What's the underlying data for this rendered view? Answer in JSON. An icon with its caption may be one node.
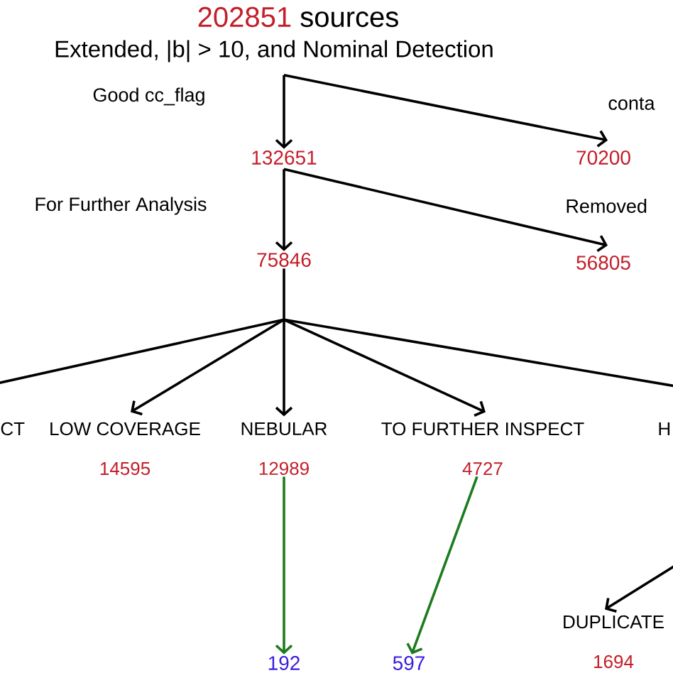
{
  "diagram": {
    "nodes": [
      {
        "text": [
          "202851",
          "sources"
        ]
      },
      {
        "text": [
          "Extended, |b| > 10, and Nominal Detection"
        ]
      },
      {
        "text": [
          "132651"
        ]
      },
      {
        "text": [
          "70200"
        ]
      },
      {
        "text": [
          "75846"
        ]
      },
      {
        "text": [
          "56805"
        ]
      },
      {
        "text": [
          "CT"
        ]
      },
      {
        "text": [
          "LOW COVERAGE",
          "14595"
        ]
      },
      {
        "text": [
          "NEBULAR",
          "12989"
        ]
      },
      {
        "text": [
          "TO FURTHER INSPECT",
          "4727"
        ]
      },
      {
        "text": [
          "H"
        ]
      },
      {
        "text": [
          "192"
        ]
      },
      {
        "text": [
          "597"
        ]
      },
      {
        "text": [
          "DUPLICATE",
          "1694"
        ]
      }
    ],
    "edges": [
      {
        "from": 1,
        "to": 2,
        "arrow": "to",
        "label": "Good cc_flag"
      },
      {
        "from": 1,
        "to": 3,
        "arrow": "to",
        "label": "conta"
      },
      {
        "from": 2,
        "to": 4,
        "arrow": "to",
        "label": "For Further Analysis"
      },
      {
        "from": 2,
        "to": 5,
        "arrow": "to",
        "label": "Removed"
      },
      {
        "from": 4,
        "to": null,
        "arrow": "none"
      },
      {
        "from": 4,
        "to": 7,
        "arrow": "to"
      },
      {
        "from": 4,
        "to": 8,
        "arrow": "to"
      },
      {
        "from": 4,
        "to": 9,
        "arrow": "to"
      },
      {
        "from": 4,
        "to": null,
        "arrow": "none"
      },
      {
        "from": 8,
        "to": 11,
        "arrow": "to",
        "color": "#1e7b1e"
      },
      {
        "from": 9,
        "to": 12,
        "arrow": "to",
        "color": "#1e7b1e"
      },
      {
        "from": null,
        "to": 13,
        "arrow": "to"
      }
    ]
  }
}
